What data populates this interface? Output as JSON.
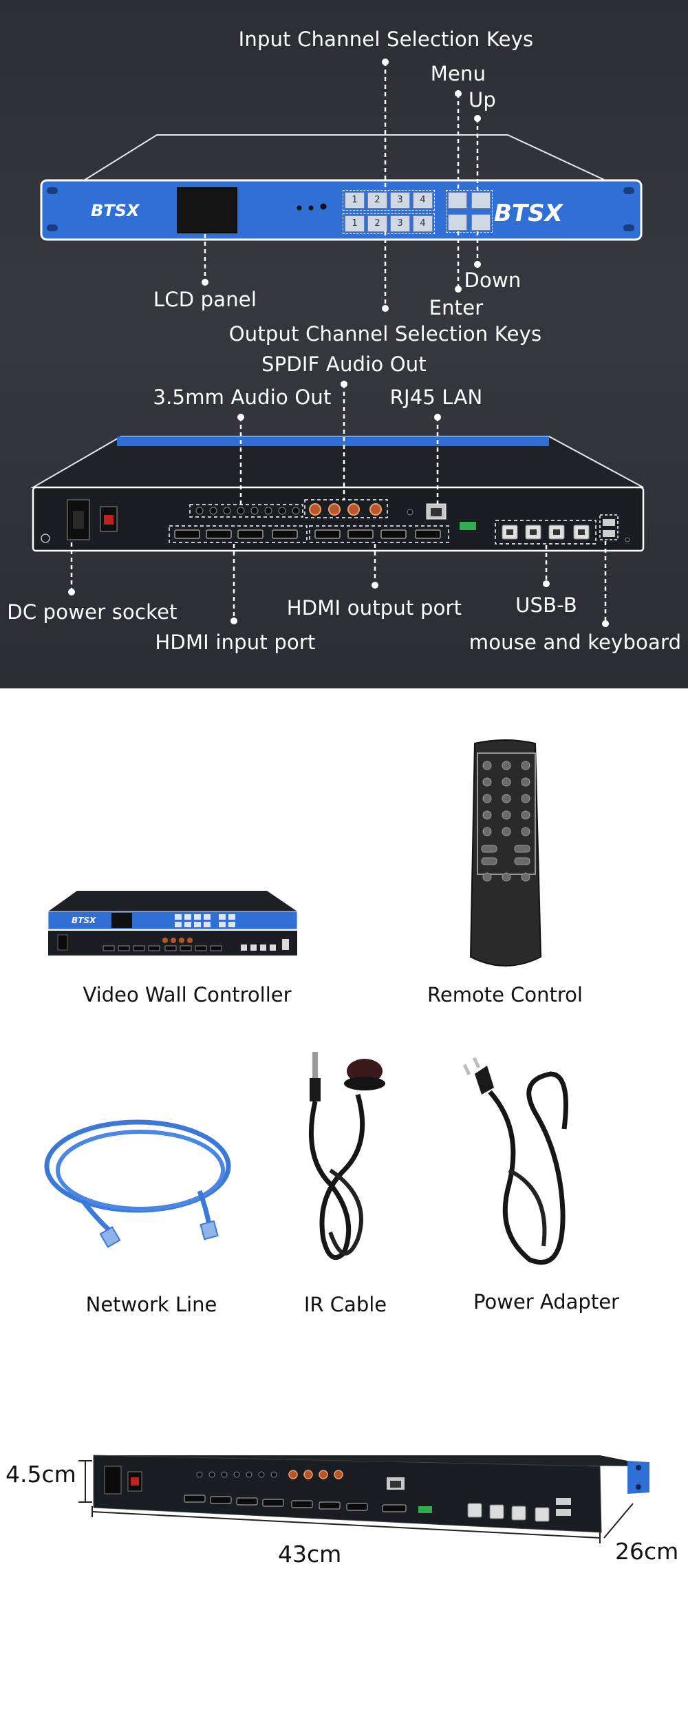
{
  "front_panel": {
    "brand": "BTSX",
    "labels": {
      "input_keys": "Input Channel Selection Keys",
      "menu": "Menu",
      "up": "Up",
      "lcd": "LCD panel",
      "down": "Down",
      "enter": "Enter",
      "output_keys": "Output Channel Selection Keys"
    },
    "key_numbers": [
      "1",
      "2",
      "3",
      "4"
    ]
  },
  "rear_panel": {
    "labels": {
      "spdif": "SPDIF Audio Out",
      "audio35": "3.5mm Audio Out",
      "rj45": "RJ45 LAN",
      "dc_power": "DC power socket",
      "hdmi_out": "HDMI output port",
      "usb_b": "USB-B",
      "hdmi_in": "HDMI input port",
      "mouse_kb": "mouse and keyboard"
    }
  },
  "package": {
    "items": [
      {
        "name": "Video Wall Controller"
      },
      {
        "name": "Remote Control"
      },
      {
        "name": "Network Line"
      },
      {
        "name": "IR Cable"
      },
      {
        "name": "Power Adapter"
      }
    ]
  },
  "dimensions": {
    "height": "4.5cm",
    "width": "43cm",
    "depth": "26cm"
  },
  "colors": {
    "panel_blue": "#2f6fd6",
    "chassis": "#1d2126",
    "cable_blue": "#3b78d8"
  }
}
